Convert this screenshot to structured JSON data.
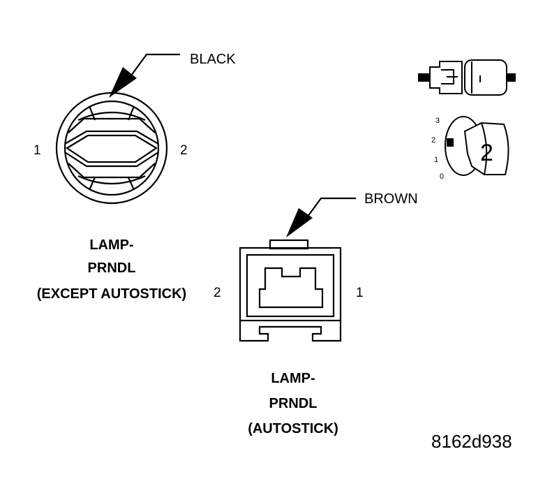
{
  "connector_a": {
    "wire_color": "BLACK",
    "pin_left": "1",
    "pin_right": "2",
    "caption_line1": "LAMP-",
    "caption_line2": "PRNDL",
    "caption_line3": "(EXCEPT AUTOSTICK)"
  },
  "connector_b": {
    "wire_color": "BROWN",
    "pin_left": "2",
    "pin_right": "1",
    "caption_line1": "LAMP-",
    "caption_line2": "PRNDL",
    "caption_line3": "(AUTOSTICK)"
  },
  "legend_key": {
    "scale_3": "3",
    "scale_2": "2",
    "scale_1": "1",
    "scale_0": "0",
    "key_number": "2"
  },
  "figure_code": "8162d938"
}
